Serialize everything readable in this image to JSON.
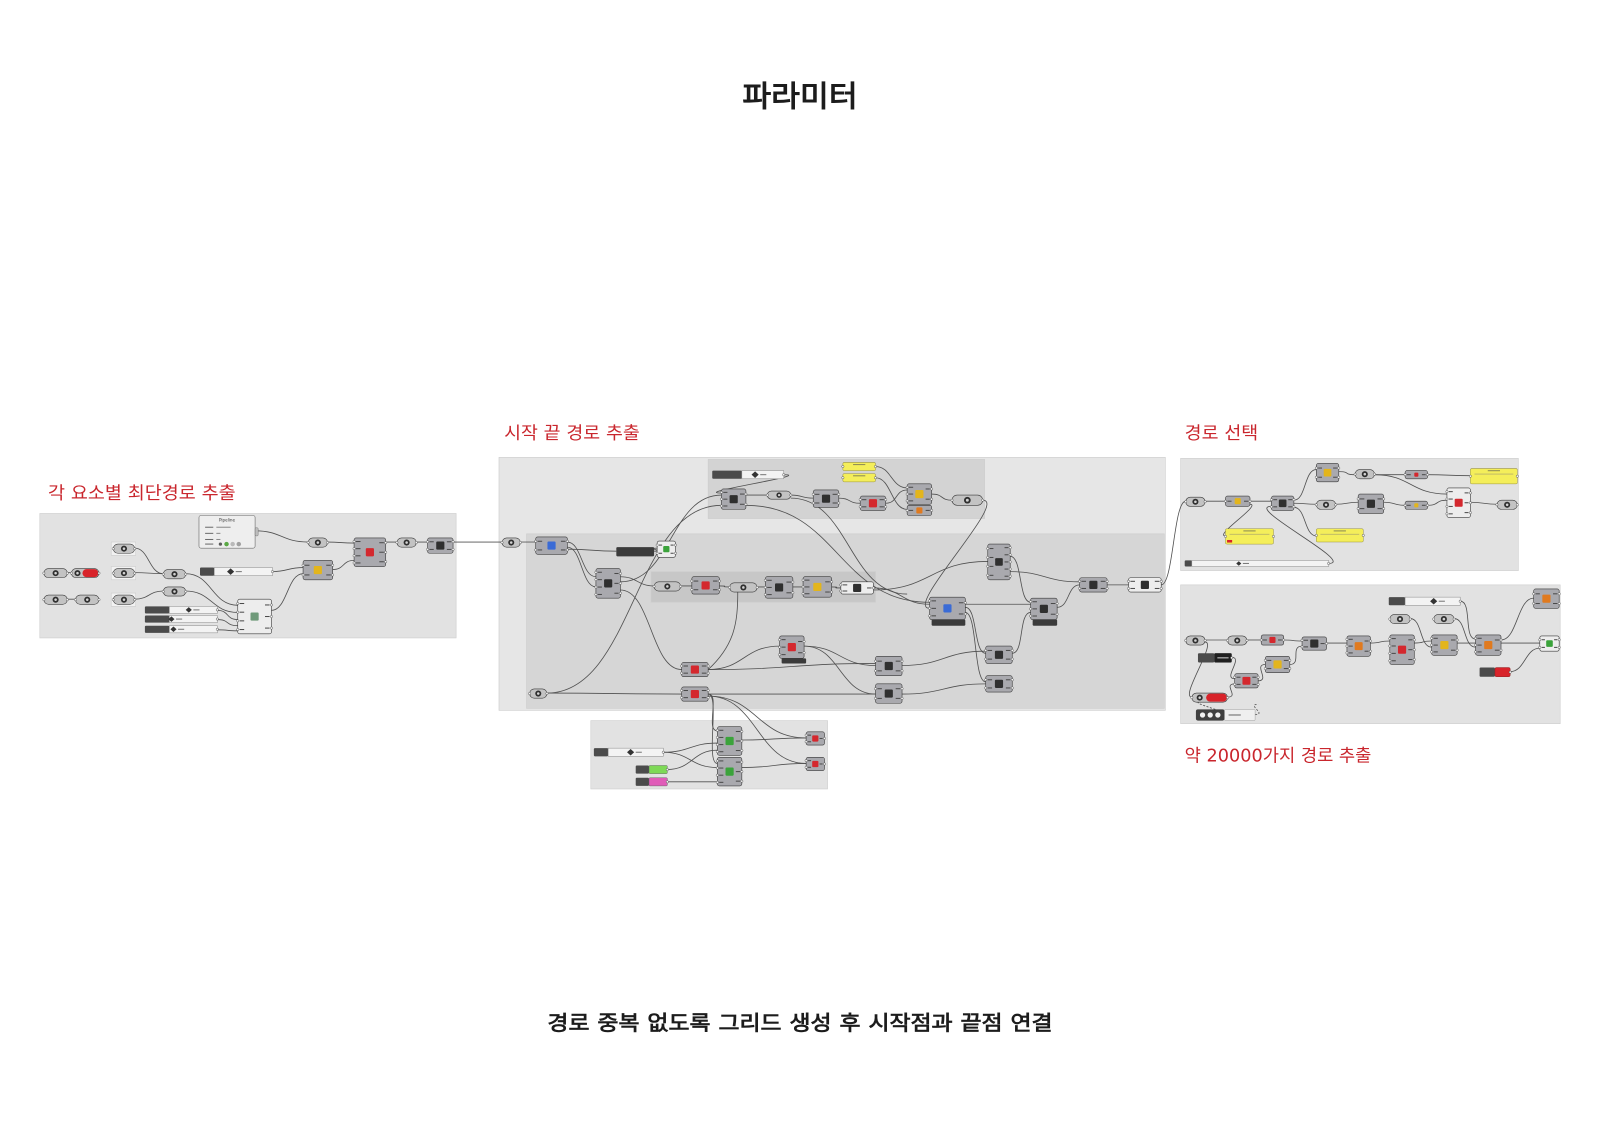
{
  "page": {
    "title": "파라미터",
    "caption": "경로 중복 없도록 그리드 생성 후 시작점과 끝점 연결"
  },
  "sections": {
    "shortest_path_label": "각 요소별 최단경로 추출",
    "start_end_label": "시작 끝 경로 추출",
    "path_select_label": "경로 선택",
    "path_extract_label": "약 20000가지 경로 추출"
  },
  "nodes": {
    "pipeline_title": "Pipeline"
  },
  "colors": {
    "label_red": "#c9262d",
    "text": "#1c1c1c",
    "group_fill": "#e2e2e2",
    "group_inner": "#d6d6d6",
    "node_fill": "#a9a9ae",
    "wire": "#505050",
    "panel_yellow": "#f4ee5a",
    "swatch_green": "#7ed957",
    "swatch_pink": "#e05bb8",
    "button_red": "#d8232a"
  }
}
